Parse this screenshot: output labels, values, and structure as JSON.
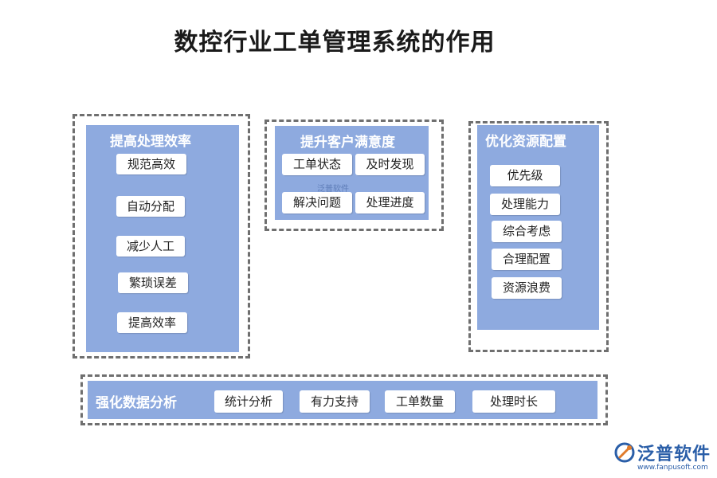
{
  "title": "数控行业工单管理系统的作用",
  "sections": {
    "efficiency": {
      "title": "提高处理效率",
      "items": [
        "规范高效",
        "自动分配",
        "减少人工",
        "繁琐误差",
        "提高效率"
      ]
    },
    "satisfaction": {
      "title": "提升客户满意度",
      "items": [
        "工单状态",
        "及时发现",
        "解决问题",
        "处理进度"
      ]
    },
    "resources": {
      "title": "优化资源配置",
      "items": [
        "优先级",
        "处理能力",
        "综合考虑",
        "合理配置",
        "资源浪费"
      ]
    },
    "analysis": {
      "title": "强化数据分析",
      "items": [
        "统计分析",
        "有力支持",
        "工单数量",
        "处理时长"
      ]
    }
  },
  "watermark": "泛普软件",
  "logo": {
    "name": "泛普软件",
    "url": "www.fanpusoft.com",
    "color": "#2a5ea8"
  }
}
